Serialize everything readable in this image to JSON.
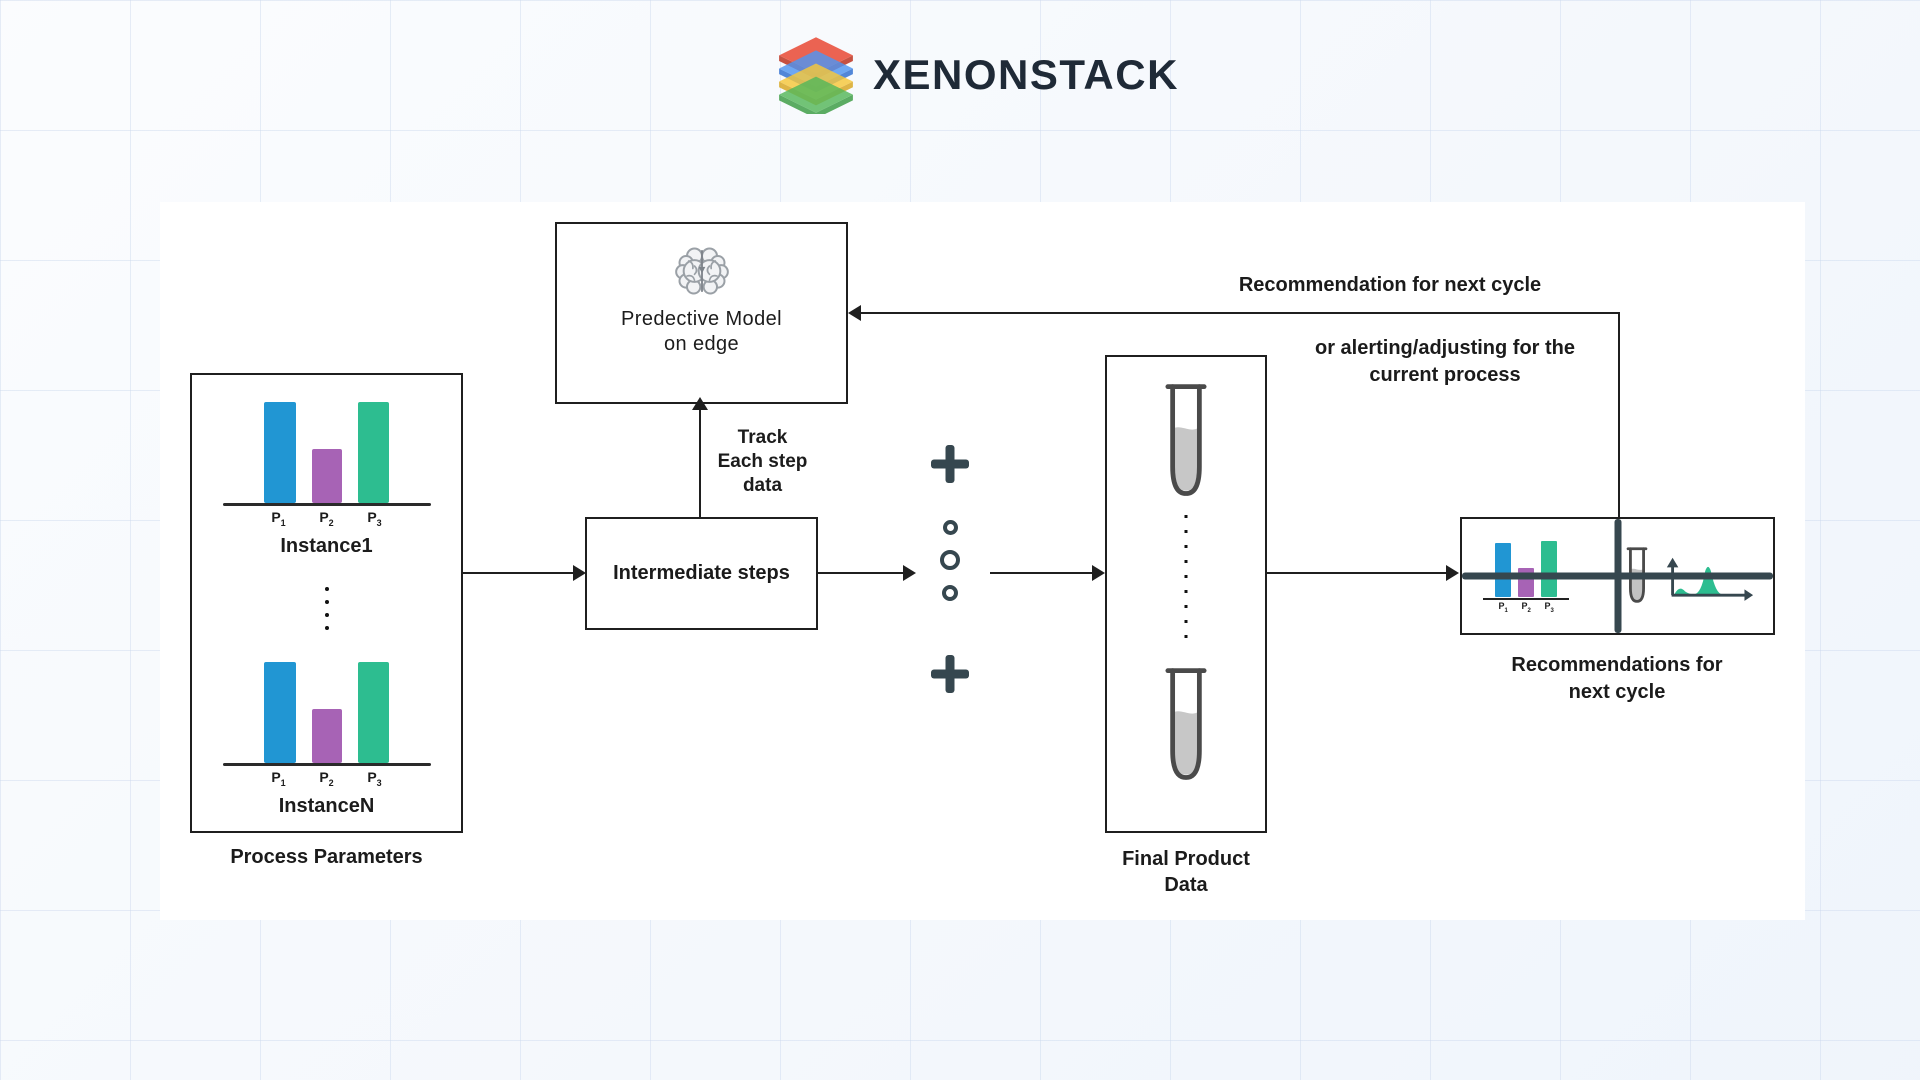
{
  "header": {
    "brand": "XENONSTACK"
  },
  "colors": {
    "bar_blue": "#2196d3",
    "bar_purple": "#a763b5",
    "bar_green": "#2dbd90",
    "symbol_dark_slate": "#36474f",
    "diagram_ink": "#1f1f1f",
    "logo_red": "#ea4f3b",
    "logo_blue": "#4f95f2",
    "logo_yellow": "#f6c83b",
    "logo_green": "#55b85a",
    "brand_text": "#1f2a37"
  },
  "diagram": {
    "p_labels": [
      {
        "base": "P",
        "sub": "1"
      },
      {
        "base": "P",
        "sub": "2"
      },
      {
        "base": "P",
        "sub": "3"
      }
    ],
    "process_parameters": {
      "title": "Process Parameters",
      "instance1_label": "Instance1",
      "instanceN_label": "InstanceN"
    },
    "predictive_model": {
      "line1": "Predective Model",
      "line2": "on edge"
    },
    "track": {
      "line1": "Track",
      "line2": "Each step",
      "line3": "data"
    },
    "intermediate": {
      "label": "Intermediate steps"
    },
    "final_product": {
      "line1": "Final Product",
      "line2": "Data"
    },
    "feedback": {
      "top_label": "Recommendation for next cycle",
      "mid_line1": "or alerting/adjusting for the",
      "mid_line2": "current process"
    },
    "recommendations": {
      "line1": "Recommendations for",
      "line2": "next cycle"
    }
  }
}
